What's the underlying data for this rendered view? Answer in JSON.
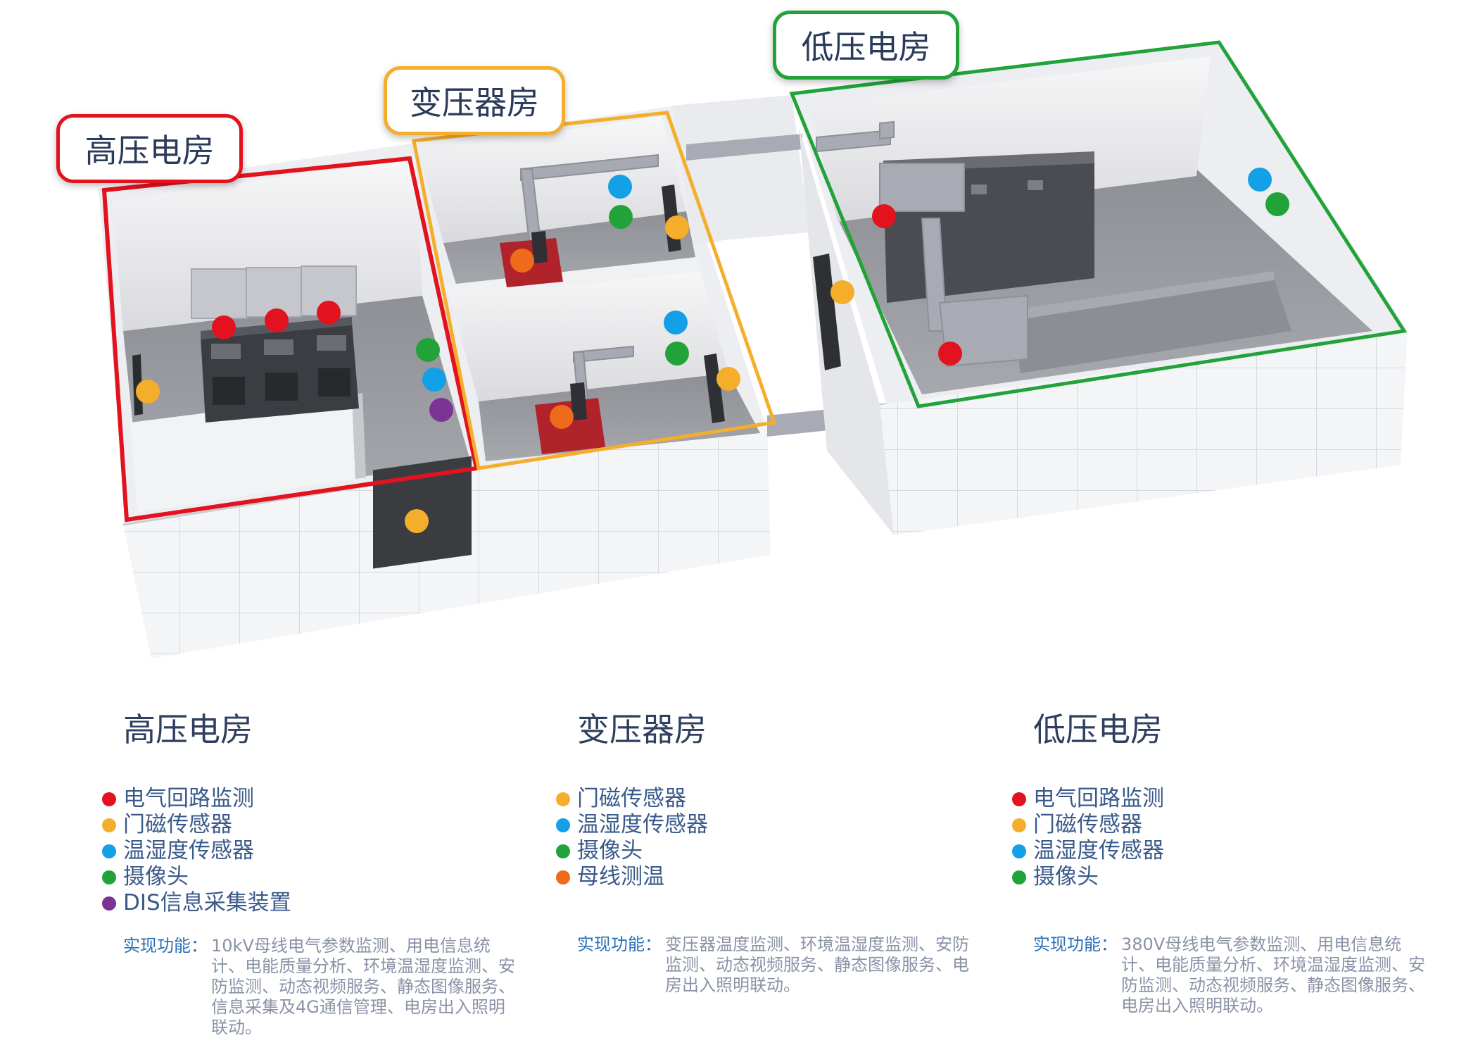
{
  "colors": {
    "red": "#e2131f",
    "yellow": "#f5ae2c",
    "blue": "#14a0e6",
    "green": "#21a33a",
    "orange": "#ef6a1a",
    "purple": "#7b3394"
  },
  "scene": {
    "tags": {
      "hv": "高压电房",
      "transformer": "变压器房",
      "lv": "低压电房"
    }
  },
  "columns": [
    {
      "title": "高压电房",
      "legend": [
        {
          "label": "电气回路监测",
          "color": "#e2131f"
        },
        {
          "label": "门磁传感器",
          "color": "#f5ae2c"
        },
        {
          "label": "温湿度传感器",
          "color": "#14a0e6"
        },
        {
          "label": "摄像头",
          "color": "#21a33a"
        },
        {
          "label": "DIS信息采集装置",
          "color": "#7b3394"
        }
      ],
      "func_label": "实现功能：",
      "func_text": "10kV母线电气参数监测、用电信息统计、电能质量分析、环境温湿度监测、安防监测、动态视频服务、静态图像服务、信息采集及4G通信管理、电房出入照明联动。"
    },
    {
      "title": "变压器房",
      "legend": [
        {
          "label": "门磁传感器",
          "color": "#f5ae2c"
        },
        {
          "label": "温湿度传感器",
          "color": "#14a0e6"
        },
        {
          "label": "摄像头",
          "color": "#21a33a"
        },
        {
          "label": "母线测温",
          "color": "#ef6a1a"
        }
      ],
      "func_label": "实现功能：",
      "func_text": "变压器温度监测、环境温湿度监测、安防监测、动态视频服务、静态图像服务、电房出入照明联动。"
    },
    {
      "title": "低压电房",
      "legend": [
        {
          "label": "电气回路监测",
          "color": "#e2131f"
        },
        {
          "label": "门磁传感器",
          "color": "#f5ae2c"
        },
        {
          "label": "温湿度传感器",
          "color": "#14a0e6"
        },
        {
          "label": "摄像头",
          "color": "#21a33a"
        }
      ],
      "func_label": "实现功能：",
      "func_text": "380V母线电气参数监测、用电信息统计、电能质量分析、环境温湿度监测、安防监测、动态视频服务、静态图像服务、电房出入照明联动。"
    }
  ]
}
